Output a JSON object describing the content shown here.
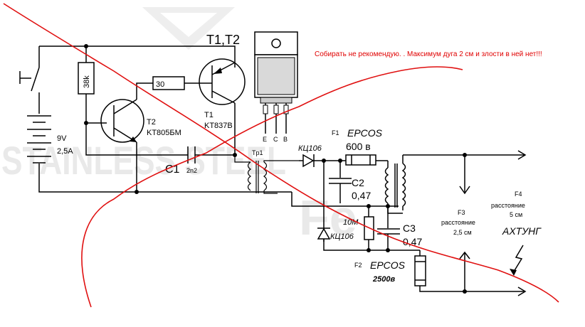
{
  "warning_note": "Собирать не рекомендую. . Максимум дуга 2 см и злости в ней нет!!!",
  "watermark": {
    "left": "STAINLESS STEEL",
    "right": "Fe"
  },
  "battery": {
    "voltage": "9V",
    "current": "2,5A"
  },
  "resistor_r1": "38k",
  "resistor_r2": "30",
  "transistor_pair_label": "T1,T2",
  "transistor_t1": {
    "name": "T1",
    "part": "KT837B"
  },
  "transistor_t2": {
    "name": "T2",
    "part": "KT805БМ"
  },
  "package_pins": [
    "E",
    "C",
    "B"
  ],
  "capacitor_c1": {
    "name": "C1",
    "value": "2n2"
  },
  "transformer": "Tp1",
  "diode_d1": "КЦ106",
  "diode_d2": "КЦ106",
  "fuse_f1": {
    "name": "F1",
    "brand": "EPCOS",
    "rating": "600 в"
  },
  "fuse_f2": {
    "name": "F2",
    "brand": "EPCOS",
    "rating": "2500в"
  },
  "capacitor_c2": {
    "name": "C2",
    "value": "0,47"
  },
  "capacitor_c3": {
    "name": "C3",
    "value": "0,47"
  },
  "resistor_r3": "10M",
  "gap_f3": {
    "name": "F3",
    "caption": "расстояние",
    "distance": "2,5 см"
  },
  "gap_f4": {
    "name": "F4",
    "caption": "расстояние",
    "distance": "5 см",
    "exclaim": "АХТУНГ"
  },
  "colors": {
    "ink": "#000000",
    "cross_out": "#e01010",
    "warning_text": "#e00000",
    "watermark": "#e9e9e9"
  }
}
